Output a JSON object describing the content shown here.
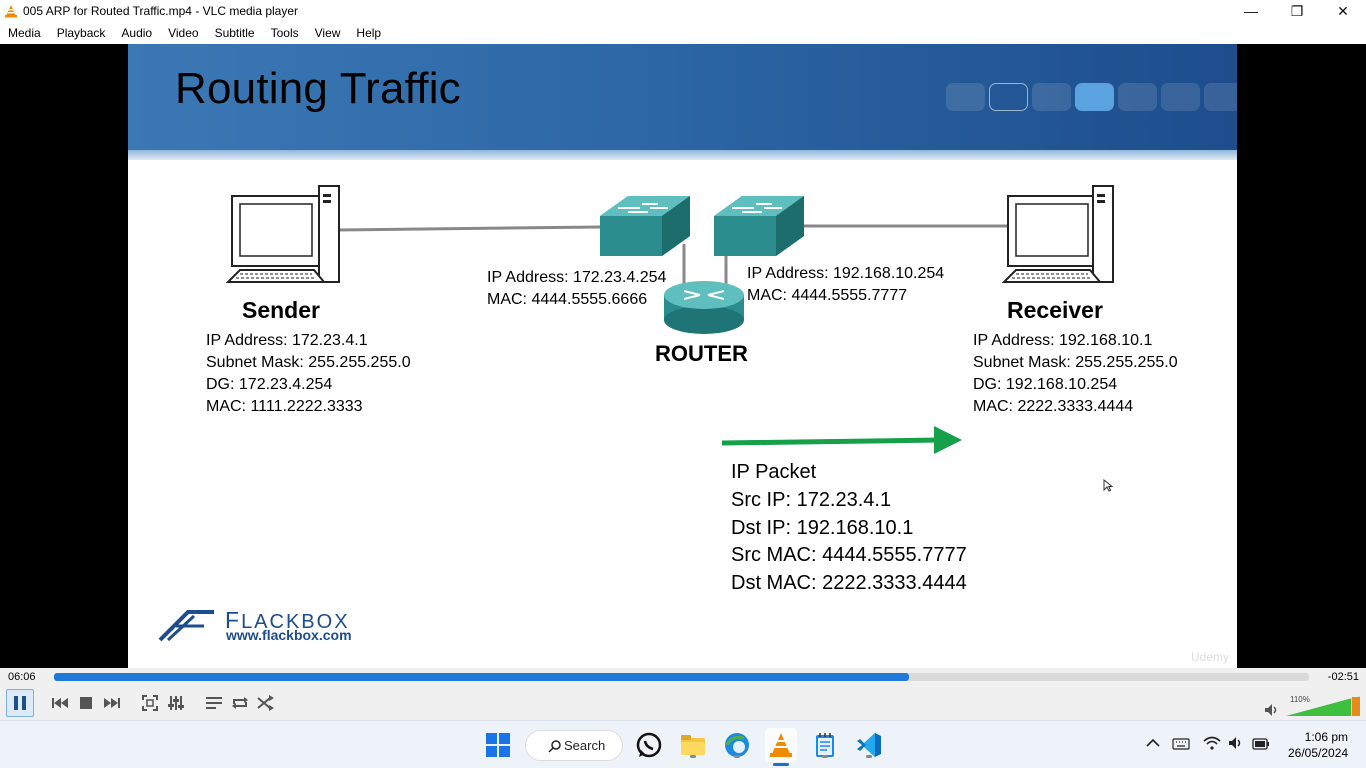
{
  "window": {
    "title": "005 ARP for Routed Traffic.mp4 - VLC media player",
    "minimize_glyph": "—",
    "maximize_glyph": "❐",
    "close_glyph": "✕"
  },
  "menu": [
    "Media",
    "Playback",
    "Audio",
    "Video",
    "Subtitle",
    "Tools",
    "View",
    "Help"
  ],
  "slide": {
    "title": "Routing Traffic",
    "sender": {
      "label": "Sender",
      "ip": "IP Address: 172.23.4.1",
      "mask": "Subnet Mask: 255.255.255.0",
      "dg": "DG: 172.23.4.254",
      "mac": "MAC: 1111.2222.3333"
    },
    "router": {
      "label": "ROUTER",
      "left_ip": "IP Address: 172.23.4.254",
      "left_mac": "MAC: 4444.5555.6666",
      "right_ip": "IP Address: 192.168.10.254",
      "right_mac": "MAC: 4444.5555.7777"
    },
    "receiver": {
      "label": "Receiver",
      "ip": "IP Address: 192.168.10.1",
      "mask": "Subnet Mask: 255.255.255.0",
      "dg": "DG: 192.168.10.254",
      "mac": "MAC: 2222.3333.4444"
    },
    "packet": {
      "title": "IP Packet",
      "src_ip": "Src IP: 172.23.4.1",
      "dst_ip": "Dst IP: 192.168.10.1",
      "src_mac": "Src MAC: 4444.5555.7777",
      "dst_mac": "Dst MAC: 2222.3333.4444"
    },
    "brand": {
      "name_first": "F",
      "name_rest": "LACKBOX",
      "url": "www.flackbox.com"
    },
    "watermark": "Udemy",
    "colors": {
      "header": "#2f6aa8",
      "arrow": "#16a04a",
      "switch": "#2a8c8c"
    }
  },
  "player": {
    "elapsed": "06:06",
    "remaining": "-02:51",
    "progress": 0.681,
    "volume_label": "110%",
    "volume": 1.1,
    "accent": "#1f7ad8"
  },
  "taskbar": {
    "search_label": "Search",
    "time": "1:06 pm",
    "date": "26/05/2024"
  }
}
